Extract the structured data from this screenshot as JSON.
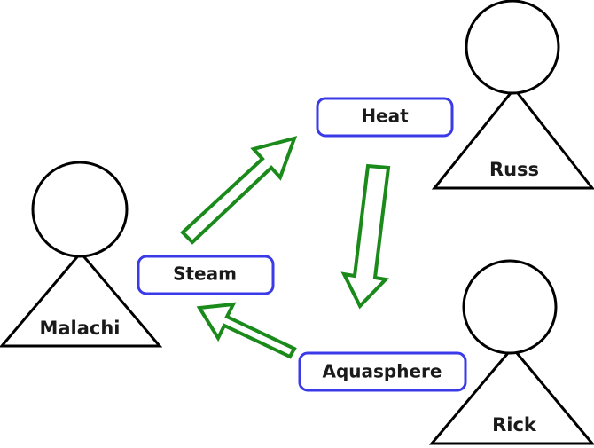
{
  "people": {
    "malachi": "Malachi",
    "russ": "Russ",
    "rick": "Rick"
  },
  "boxes": {
    "heat": "Heat",
    "steam": "Steam",
    "aquasphere": "Aquasphere"
  },
  "colors": {
    "box_border": "#3a3ae8",
    "arrow": "#1a8a1a",
    "outline": "#000000"
  }
}
